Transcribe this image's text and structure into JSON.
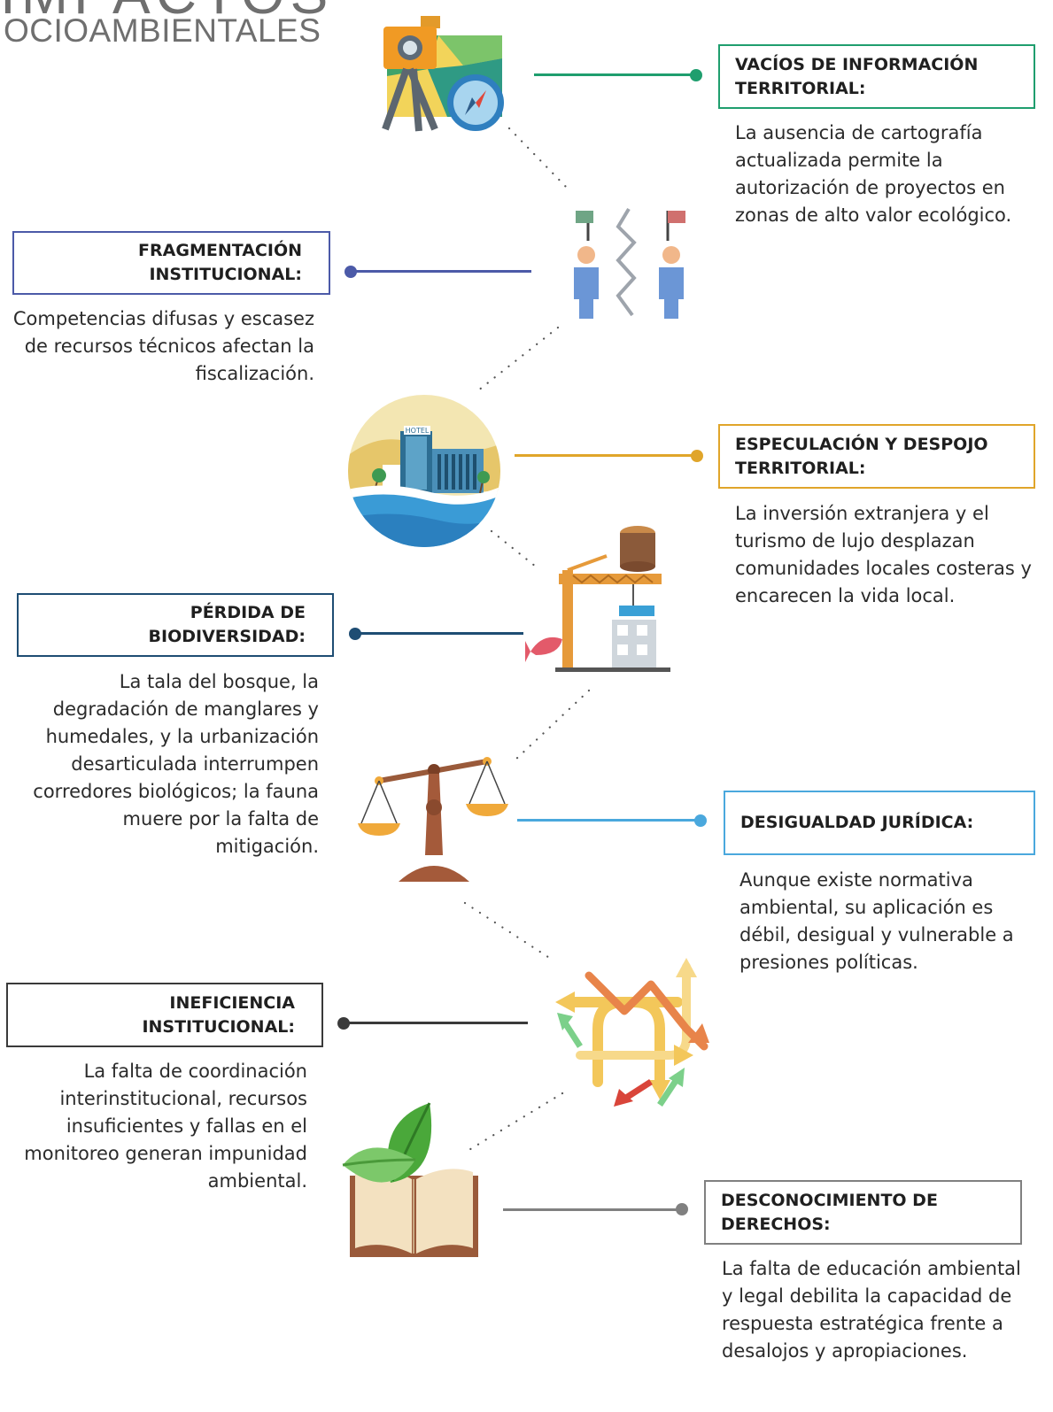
{
  "header": {
    "title": "IMPACTOS",
    "subtitle": "OCIOAMBIENTALES"
  },
  "items": [
    {
      "id": "vacios",
      "title": "VACÍOS DE INFORMACIÓN\nTERRITORIAL:",
      "body": "La ausencia de cartografía actualizada permite la autorización de proyectos en zonas de alto valor ecológico.",
      "color": "#1f9e6e",
      "icon": "surveying-tripod-map-compass-icon"
    },
    {
      "id": "fragmentacion",
      "title": "FRAGMENTACIÓN\nINSTITUCIONAL:",
      "body": "Competencias difusas y escasez de recursos técnicos afectan la fiscalización.",
      "color": "#4c5aa8",
      "icon": "divided-people-flags-icon"
    },
    {
      "id": "especulacion",
      "title": "ESPECULACIÓN Y DESPOJO\nTERRITORIAL:",
      "body": "La inversión extranjera y el turismo de lujo desplazan comunidades locales costeras y encarecen la vida local.",
      "color": "#e0a52a",
      "icon": "coastal-hotel-icon",
      "icon_text": "HOTEL"
    },
    {
      "id": "perdida",
      "title": "PÉRDIDA DE\nBIODIVERSIDAD:",
      "body": "La tala del bosque, la degradación de manglares y humedales, y la urbanización desarticulada interrumpen corredores biológicos; la fauna muere por la falta de mitigación.",
      "color": "#1e4d73",
      "icon": "construction-crane-log-fish-icon"
    },
    {
      "id": "desigualdad",
      "title": "DESIGUALDAD JURÍDICA:",
      "body": "Aunque existe normativa ambiental, su aplicación es débil, desigual y vulnerable a presiones políticas.",
      "color": "#4aa8dd",
      "icon": "balance-scale-icon"
    },
    {
      "id": "ineficiencia",
      "title": "INEFICIENCIA\nINSTITUCIONAL:",
      "body": "La falta de coordinación interinstitucional, recursos insuficientes y fallas en el monitoreo generan impunidad ambiental.",
      "color": "#3a3a3a",
      "icon": "tangled-arrows-icon"
    },
    {
      "id": "desconocimiento",
      "title": "DESCONOCIMIENTO DE\nDERECHOS:",
      "body": "La falta de educación ambiental y legal debilita la capacidad de respuesta estratégica frente a desalojos y apropiaciones.",
      "color": "#808080",
      "icon": "open-book-leaves-icon"
    }
  ]
}
